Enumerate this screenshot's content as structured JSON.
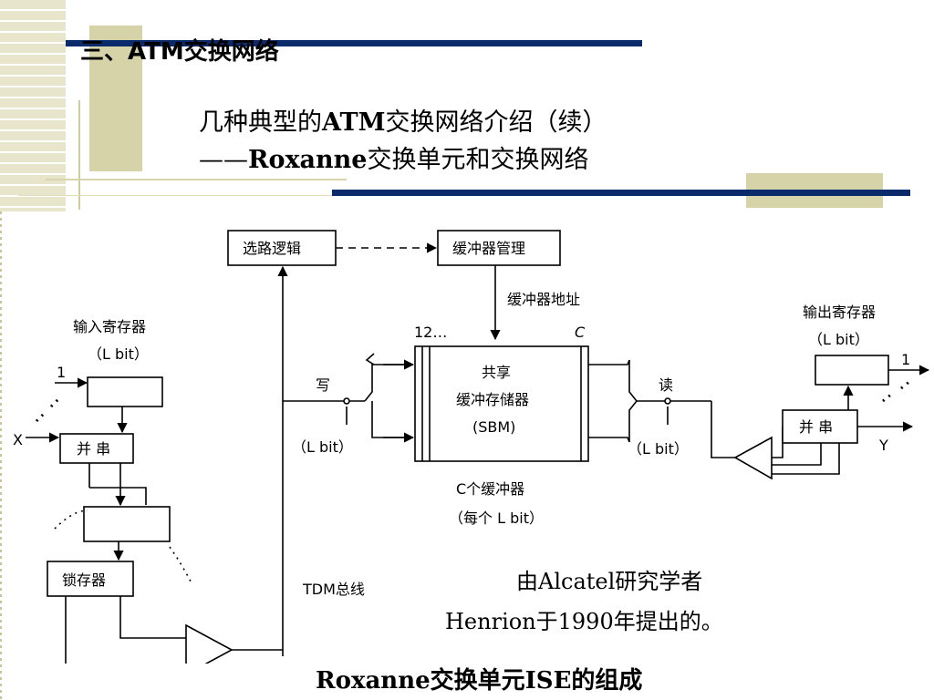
{
  "header": {
    "section_heading": "三、ATM交换网络",
    "title_line1_prefix": "几种典型的",
    "title_line1_bold": "ATM",
    "title_line1_suffix": "交换网络介绍（续）",
    "title_line2_dash": "——",
    "title_line2_bold": "Roxanne",
    "title_line2_suffix": "交换单元和交换网络"
  },
  "diagram": {
    "routing_logic": "选路逻辑",
    "buffer_manager": "缓冲器管理",
    "buffer_address": "缓冲器地址",
    "input_register": "输入寄存器",
    "input_register_bits": "（L  bit）",
    "output_register": "输出寄存器",
    "output_register_bits": "（L  bit）",
    "in_label_1": "1",
    "in_label_x": "X",
    "out_label_1": "1",
    "out_label_y": "Y",
    "sp_converter": "并  串",
    "ps_converter": "并  串",
    "latch": "锁存器",
    "write": "写",
    "read": "读",
    "write_bits": "（L  bit）",
    "read_bits": "（L  bit）",
    "index_label": "12…",
    "c_label": "C",
    "sbm_line1": "共享",
    "sbm_line2": "缓冲存储器",
    "sbm_line3": "(SBM)",
    "c_buffers": "C个缓冲器",
    "c_buffers_bits": "（每个 L  bit）",
    "tdm_bus": "TDM总线"
  },
  "notes": {
    "line1": "由Alcatel研究学者",
    "line2": "Henrion于1990年提出的。"
  },
  "caption": {
    "bold": "Roxanne交换单元ISE的组成"
  },
  "colors": {
    "accent_bar": "#0b2a6b",
    "deco_olive": "#d4d1a8",
    "deco_line": "#c9c59a"
  }
}
